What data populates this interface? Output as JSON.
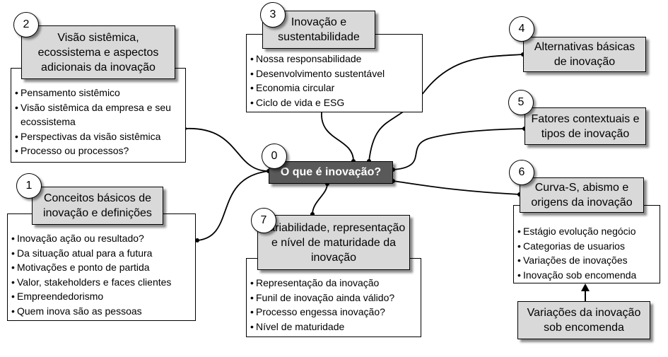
{
  "center": {
    "number": "0",
    "label": "O que é inovação?"
  },
  "nodes": [
    {
      "number": "1",
      "title": "Conceitos básicos de inovação e definições",
      "items": [
        "Inovação ação ou resultado?",
        "Da situação atual para a futura",
        "Motivações e ponto de partida",
        "Valor, stakeholders e faces clientes",
        "Empreendedorismo",
        "Quem inova são as pessoas"
      ]
    },
    {
      "number": "2",
      "title": "Visão sistêmica, ecossistema e aspectos adicionais da inovação",
      "items": [
        "Pensamento sistêmico",
        "Visão sistêmica da empresa e seu ecossistema",
        "Perspectivas da visão sistêmica",
        "Processo ou processos?"
      ]
    },
    {
      "number": "3",
      "title": "Inovação e sustentabilidade",
      "items": [
        "Nossa responsabilidade",
        "Desenvolvimento sustentável",
        "Economia circular",
        "Ciclo de vida e ESG"
      ]
    },
    {
      "number": "4",
      "title": "Alternativas básicas de inovação",
      "items": []
    },
    {
      "number": "5",
      "title": "Fatores contextuais e tipos de inovação",
      "items": []
    },
    {
      "number": "6",
      "title": "Curva-S, abismo e origens da inovação",
      "items": [
        "Estágio evolução negócio",
        "Categorias de usuarios",
        "Variações de inovações",
        "Inovação sob encomenda"
      ]
    },
    {
      "number": "7",
      "title": "Variabilidade, representação e nível de maturidade da inovação",
      "items": [
        "Representação da inovação",
        "Funil de inovação ainda válido?",
        "Processo engessa inovação?",
        "Nível de maturidade"
      ]
    }
  ],
  "sub_node": {
    "title": "Variações da inovação sob encomenda"
  },
  "colors": {
    "header_fill": "#d9d9d9",
    "center_fill": "#595959",
    "line": "#000000"
  }
}
